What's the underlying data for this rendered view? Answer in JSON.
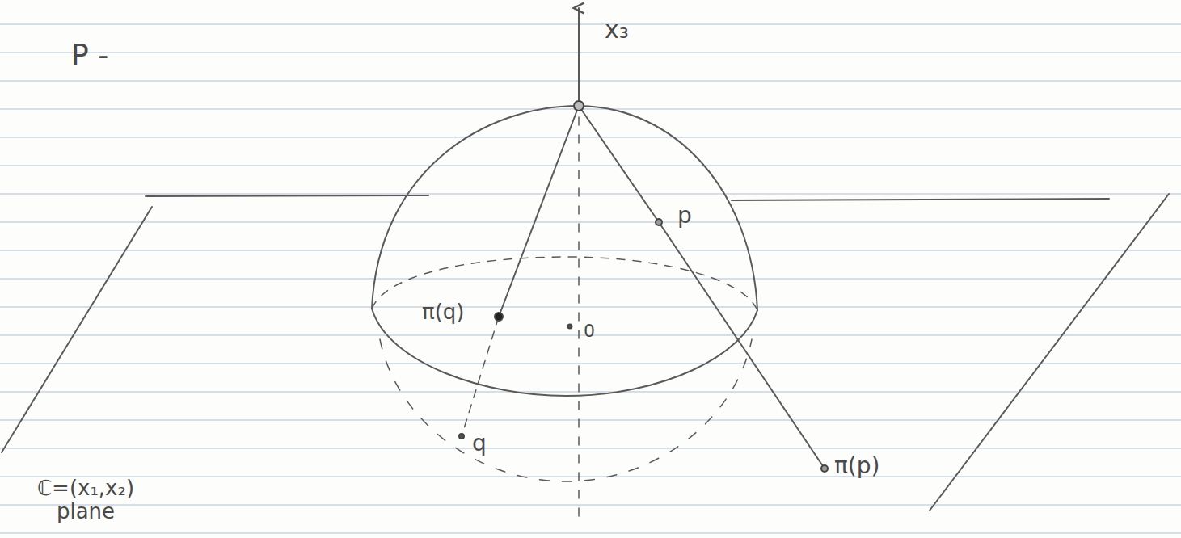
{
  "diagram": {
    "labels": [
      "P -",
      "x₃",
      "p",
      "π(q)",
      "0",
      "q",
      "π(p)",
      "ℂ=(x₁,x₂) plane"
    ]
  }
}
